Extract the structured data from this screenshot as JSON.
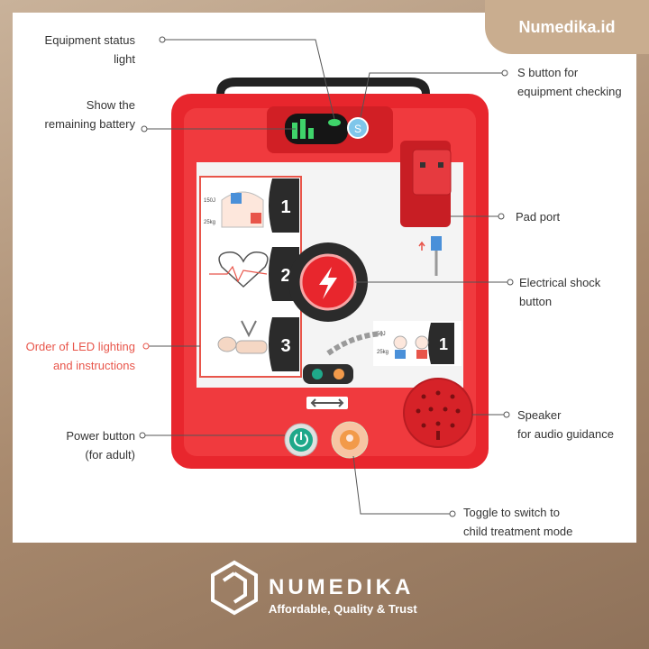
{
  "brand": {
    "tab": "Numedika.id",
    "name": "NUMEDIKA",
    "tagline": "Affordable, Quality & Trust"
  },
  "labels": {
    "status_light": [
      "Equipment status",
      "light"
    ],
    "battery": [
      "Show the",
      "remaining battery"
    ],
    "order_led": [
      "Order of LED lighting",
      "and instructions"
    ],
    "power": [
      "Power button",
      "(for adult)"
    ],
    "s_button": [
      "S button for",
      "equipment checking"
    ],
    "pad_port": [
      "Pad port"
    ],
    "shock": [
      "Electrical shock",
      "button"
    ],
    "speaker": [
      "Speaker",
      "for audio guidance"
    ],
    "toggle": [
      "Toggle to switch to",
      "child treatment mode"
    ]
  },
  "device": {
    "s_button_text": "S",
    "steps": [
      "1",
      "2",
      "3"
    ],
    "panel_step": "1",
    "energy_adult": "150J",
    "weight_adult": "25kg",
    "energy_child": "50J",
    "weight_child": "25kg"
  },
  "colors": {
    "device_red": "#e8262d",
    "accent": "#e8554a",
    "brand_tab": "#c9ad8f",
    "power_green": "#1fa88a",
    "child_orange": "#f29a4a"
  }
}
